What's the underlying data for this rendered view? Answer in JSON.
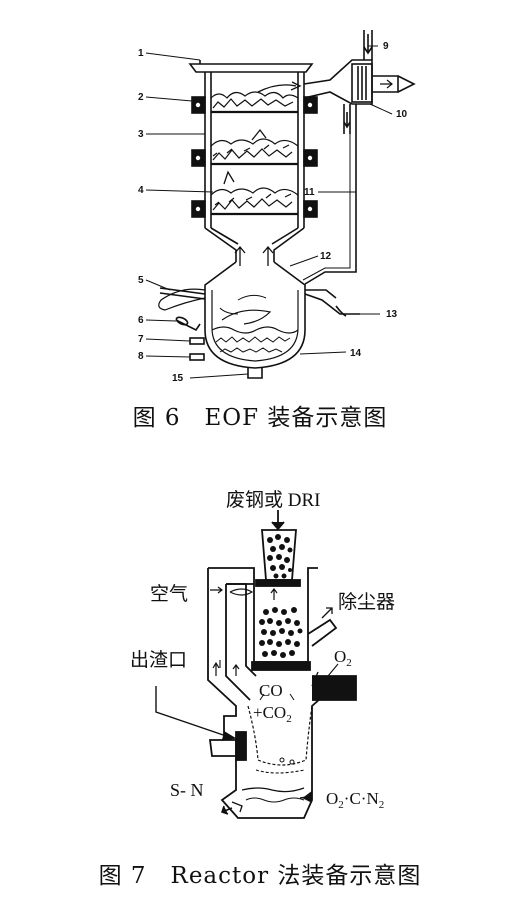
{
  "figure6": {
    "caption": "图 6　EOF 装备示意图",
    "callouts": [
      "1",
      "2",
      "3",
      "4",
      "5",
      "6",
      "7",
      "8",
      "9",
      "10",
      "11",
      "12",
      "13",
      "14",
      "15"
    ]
  },
  "figure7": {
    "caption": "图 7　Reactor 法装备示意图",
    "labels": {
      "feed": "废钢或 DRI",
      "air": "空气",
      "dust": "除尘器",
      "slag": "出渣口",
      "o2_top": "O",
      "o2_top_sub": "2",
      "co": "CO",
      "co2": "+CO",
      "co2_sub": "2",
      "sn": "S- N",
      "o2": "O",
      "o2_sub": "2",
      "c": "·C·N",
      "n2_sub": "2"
    }
  },
  "colors": {
    "ink": "#111111",
    "paper": "#ffffff"
  }
}
